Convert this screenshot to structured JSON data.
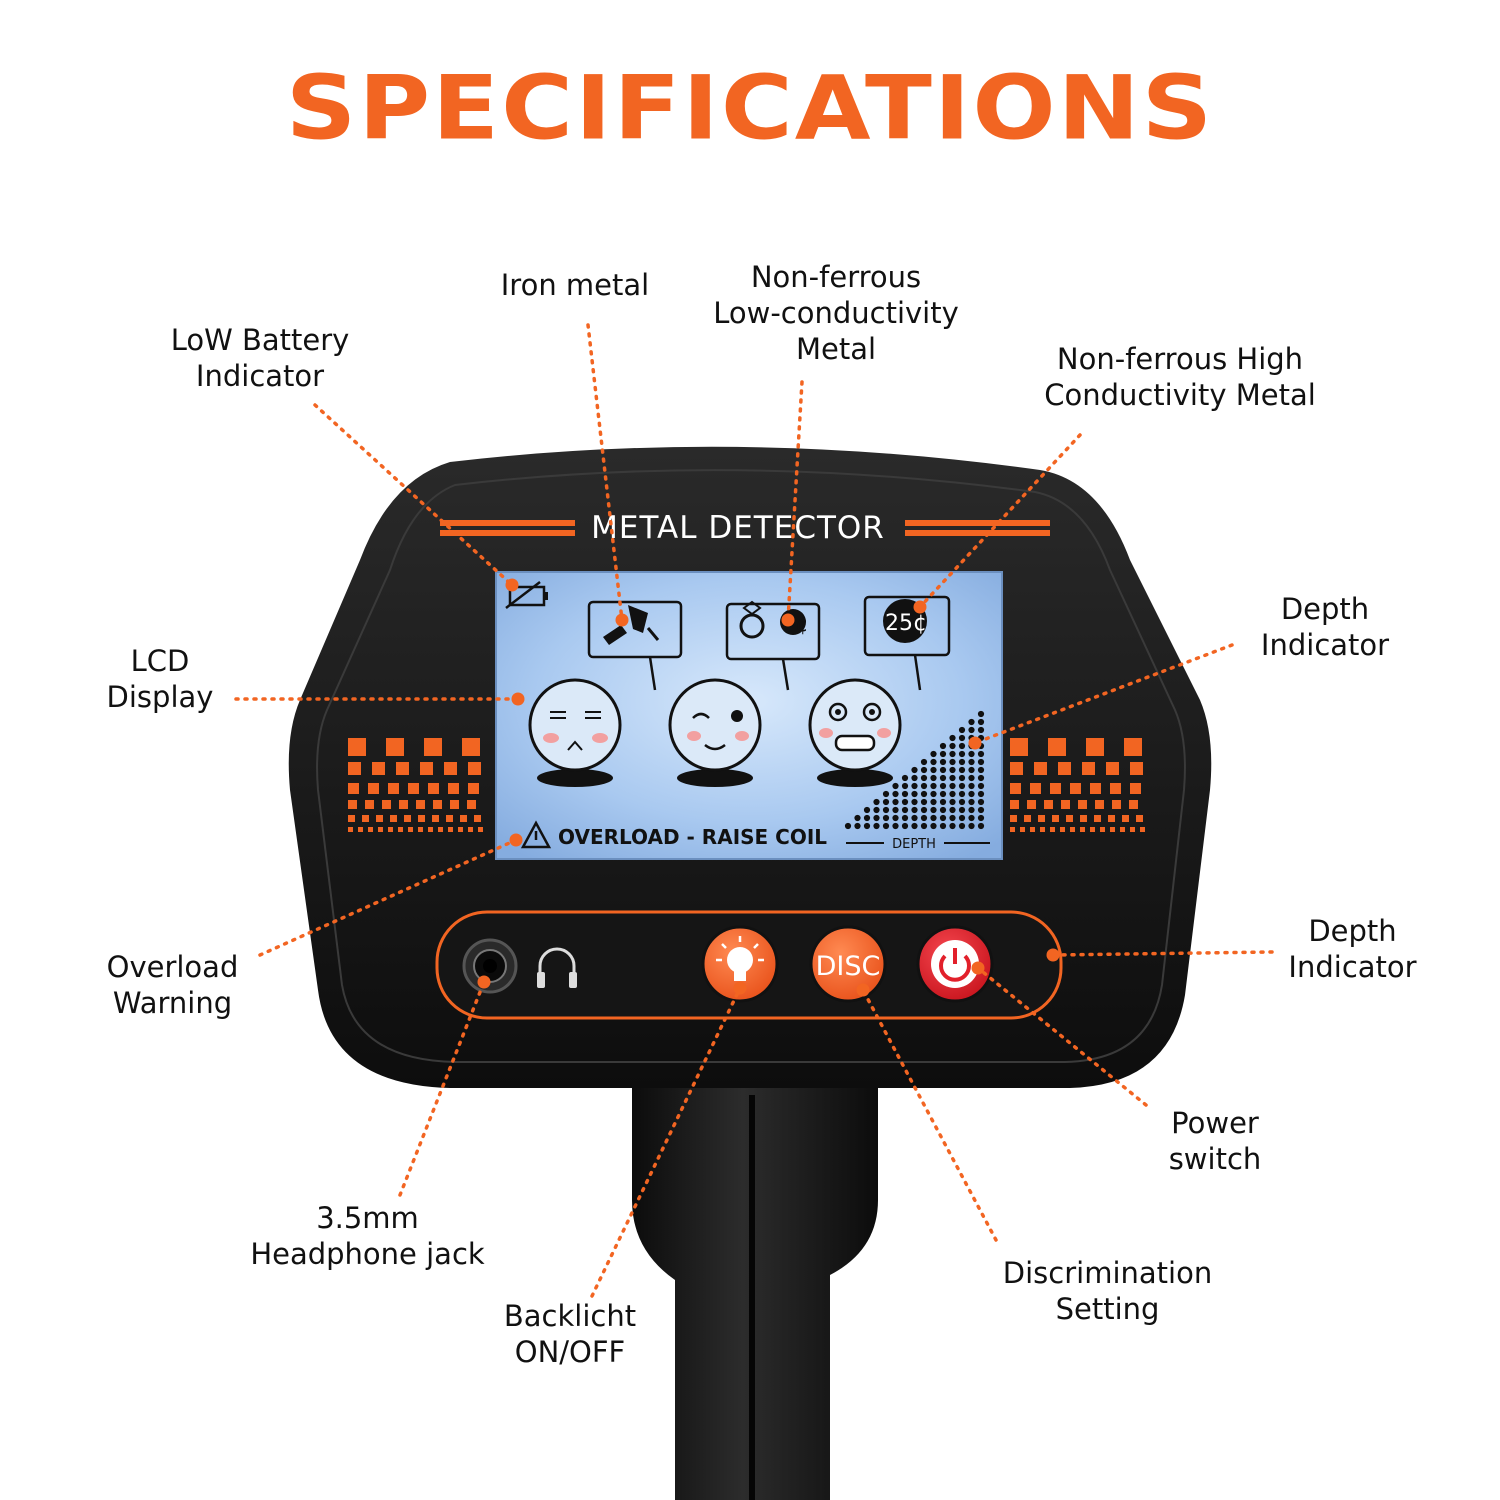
{
  "title": "SPECIFICATIONS",
  "device": {
    "brand_label": "METAL DETECTOR",
    "lcd": {
      "coin_label": "25¢",
      "cent_label": "¢",
      "overload_text": "OVERLOAD - RAISE COIL",
      "depth_label": "DEPTH"
    },
    "buttons": [
      {
        "name": "backlight",
        "label": "",
        "icon": "bulb-icon"
      },
      {
        "name": "disc",
        "label": "DISC",
        "icon": ""
      },
      {
        "name": "power",
        "label": "",
        "icon": "power-icon"
      }
    ]
  },
  "callouts": {
    "low_battery": [
      "LoW Battery",
      "Indicator"
    ],
    "iron_metal": [
      "Iron metal"
    ],
    "nonferrous_low": [
      "Non-ferrous",
      "Low-conductivity",
      "Metal"
    ],
    "nonferrous_high": [
      "Non-ferrous High",
      "Conductivity Metal"
    ],
    "depth_indicator_top": [
      "Depth",
      "Indicator"
    ],
    "lcd_display": [
      "LCD",
      "Display"
    ],
    "overload_warning": [
      "Overload",
      "Warning"
    ],
    "depth_indicator_bottom": [
      "Depth",
      "Indicator"
    ],
    "power_switch": [
      "Power",
      "switch"
    ],
    "headphone_jack": [
      "3.5mm",
      "Headphone jack"
    ],
    "backlight": [
      "Backlicht",
      "ON/OFF"
    ],
    "discrimination": [
      "Discrimination",
      "Setting"
    ]
  },
  "colors": {
    "accent": "#f26522",
    "body": "#1b1b1b",
    "lcd": "#9fc3ee",
    "power": "#e2202b"
  }
}
